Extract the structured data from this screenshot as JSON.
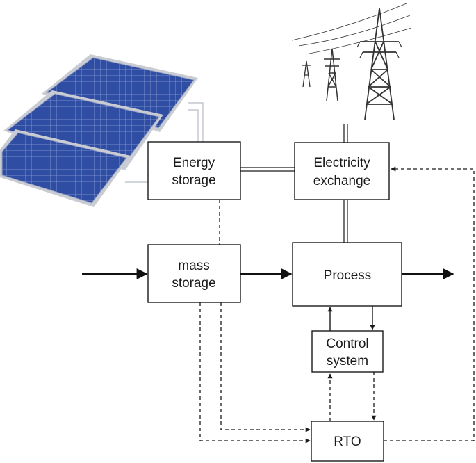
{
  "nodes": {
    "energy_storage": [
      "Energy",
      "storage"
    ],
    "electricity_exchange": [
      "Electricity",
      "exchange"
    ],
    "mass_storage": [
      "mass",
      "storage"
    ],
    "process": [
      "Process"
    ],
    "control_system": [
      "Control",
      "system"
    ],
    "rto": [
      "RTO"
    ]
  },
  "colors": {
    "panel_cell": "#2f4da3",
    "panel_frame": "#c9ccd3",
    "line": "#1a1a1a"
  },
  "icons": {
    "solar": "solar-panel-array-icon",
    "grid": "power-transmission-tower-icon"
  }
}
